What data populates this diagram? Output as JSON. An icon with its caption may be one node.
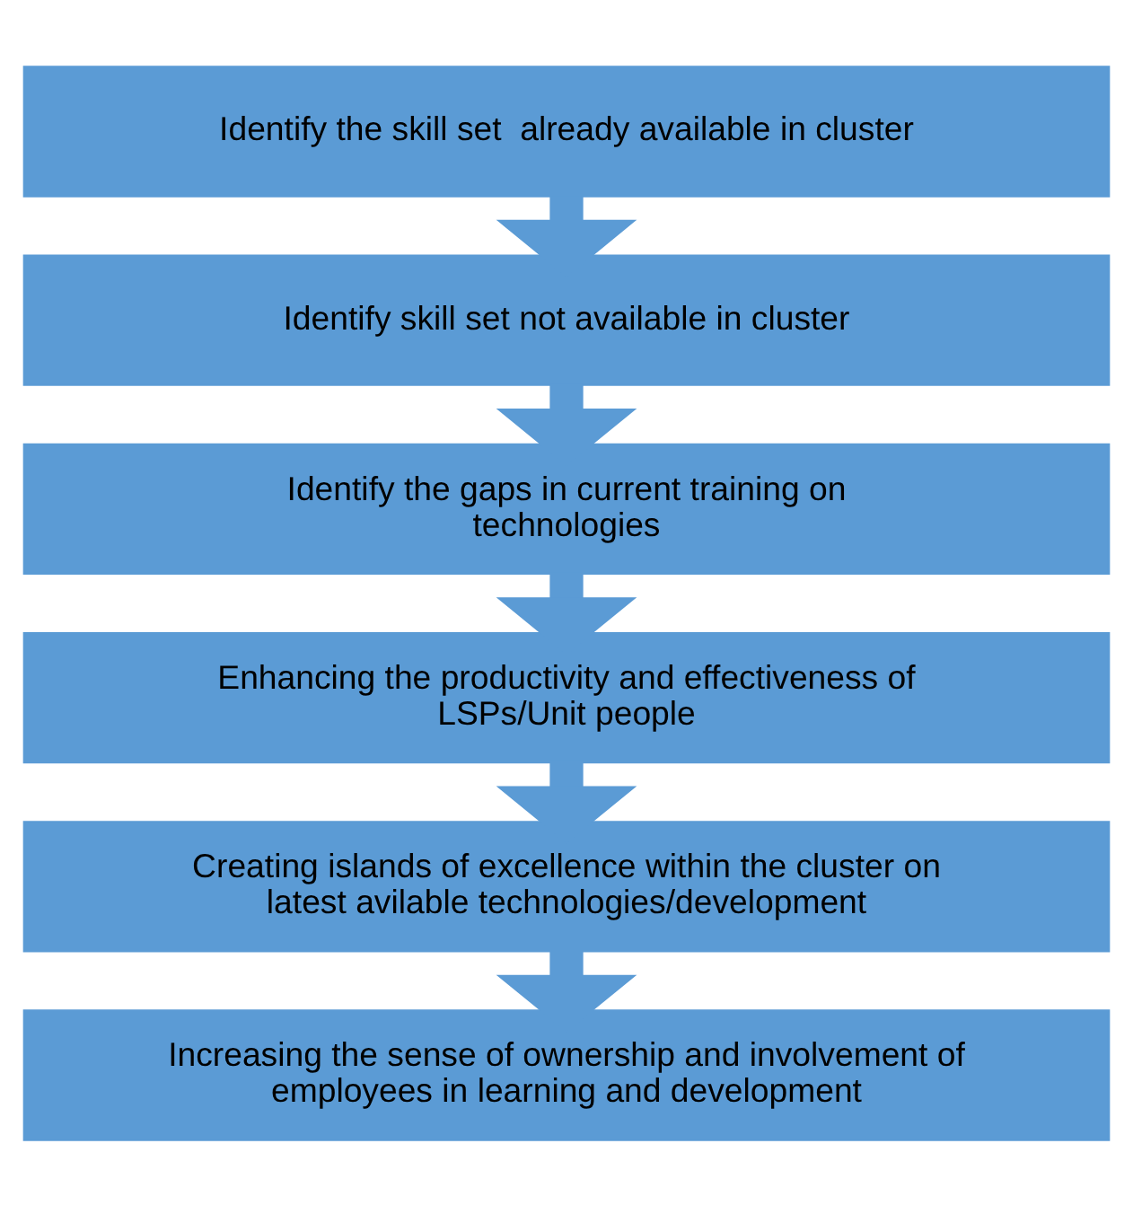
{
  "diagram": {
    "nodes": [
      {
        "text": [
          "Identify the skill set  already available in cluster"
        ]
      },
      {
        "text": [
          "Identify skill set not available in cluster"
        ]
      },
      {
        "text": [
          "Identify the gaps in current training on technologies"
        ]
      },
      {
        "text": [
          "Enhancing the productivity and effectiveness of LSPs/Unit people"
        ]
      },
      {
        "text": [
          "Creating islands of excellence within the cluster on latest avilable technologies/development"
        ]
      },
      {
        "text": [
          "Increasing the sense of ownership and involvement of employees in learning and development"
        ]
      }
    ],
    "edges": [
      {
        "from": 0,
        "to": 1,
        "arrow": "to"
      },
      {
        "from": 1,
        "to": 2,
        "arrow": "to"
      },
      {
        "from": 2,
        "to": 3,
        "arrow": "to"
      },
      {
        "from": 3,
        "to": 4,
        "arrow": "to"
      },
      {
        "from": 4,
        "to": 5,
        "arrow": "to"
      }
    ]
  }
}
